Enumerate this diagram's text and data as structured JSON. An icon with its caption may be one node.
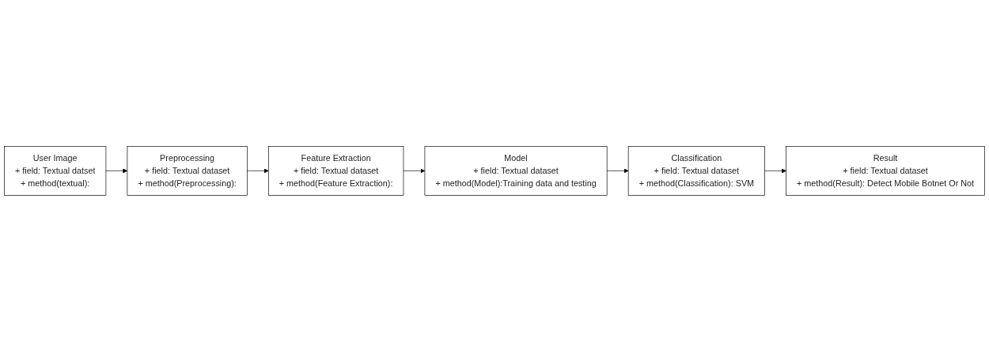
{
  "diagram": {
    "nodes": [
      {
        "text": [
          "User Image",
          "+ field: Textual datset",
          "+ method(textual):"
        ]
      },
      {
        "text": [
          "Preprocessing",
          "+ field: Textual dataset",
          "+ method(Preprocessing):"
        ]
      },
      {
        "text": [
          "Feature Extraction",
          "+ field: Textual dataset",
          "+ method(Feature Extraction):"
        ]
      },
      {
        "text": [
          "Result",
          "+ field: Textual dataset",
          "+ method(Result): Detect Mobile Botnet Or Not"
        ]
      },
      {
        "text": [
          "Classification",
          "+ field: Textual dataset",
          "+ method(Classification): SVM"
        ]
      },
      {
        "text": [
          "Model",
          "+ field: Textual dataset",
          "+ method(Model):Training data and testing"
        ]
      }
    ],
    "edges": [
      {
        "from": 0,
        "to": 1,
        "arrow": "to"
      },
      {
        "from": 1,
        "to": 2,
        "arrow": "to"
      },
      {
        "from": 2,
        "to": 5,
        "arrow": "to"
      },
      {
        "from": 5,
        "to": 4,
        "arrow": "to"
      },
      {
        "from": 4,
        "to": 3,
        "arrow": "to"
      }
    ]
  }
}
